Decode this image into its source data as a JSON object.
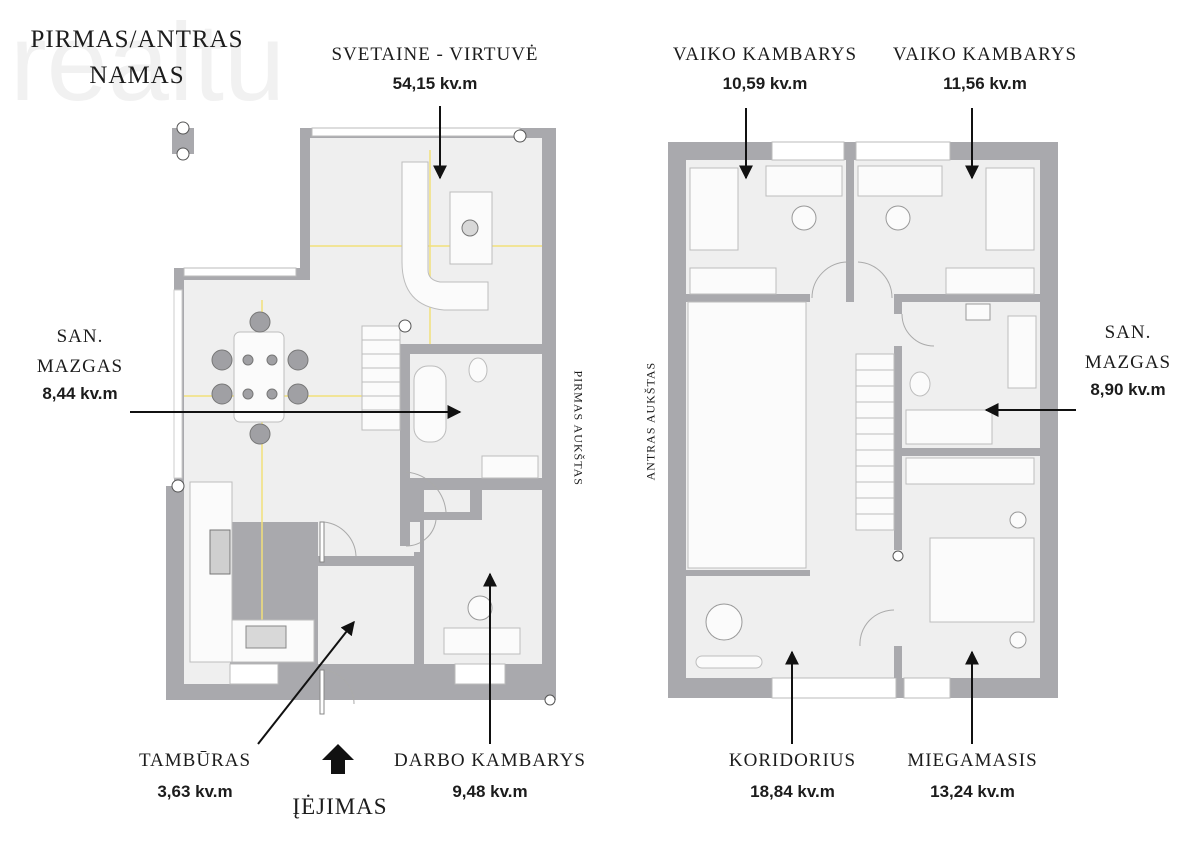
{
  "title": {
    "line1": "PIRMAS/ANTRAS",
    "line2": "NAMAS"
  },
  "watermark": "realtu",
  "floors": {
    "first": "PIRMAS AUKŠTAS",
    "second": "ANTRAS AUKŠTAS"
  },
  "entrance_label": "ĮĖJIMAS",
  "rooms": [
    {
      "name": "SVETAINE - VIRTUVĖ",
      "area": "54,15 kv.m"
    },
    {
      "name_lines": [
        "SAN.",
        "MAZGAS"
      ],
      "area": "8,44 kv.m"
    },
    {
      "name": "TAMBŪRAS",
      "area": "3,63 kv.m"
    },
    {
      "name": "DARBO KAMBARYS",
      "area": "9,48 kv.m"
    },
    {
      "name": "VAIKO KAMBARYS",
      "area": "10,59 kv.m"
    },
    {
      "name": "VAIKO KAMBARYS",
      "area": "11,56 kv.m"
    },
    {
      "name_lines": [
        "SAN.",
        "MAZGAS"
      ],
      "area": "8,90 kv.m"
    },
    {
      "name": "KORIDORIUS",
      "area": "18,84 kv.m"
    },
    {
      "name": "MIEGAMASIS",
      "area": "13,24 kv.m"
    }
  ],
  "colors": {
    "wall": "#a9a9ad",
    "floor": "#efefef",
    "furniture": "#fbfbfb",
    "text": "#1c1c1c",
    "guide": "#f2e07a"
  }
}
